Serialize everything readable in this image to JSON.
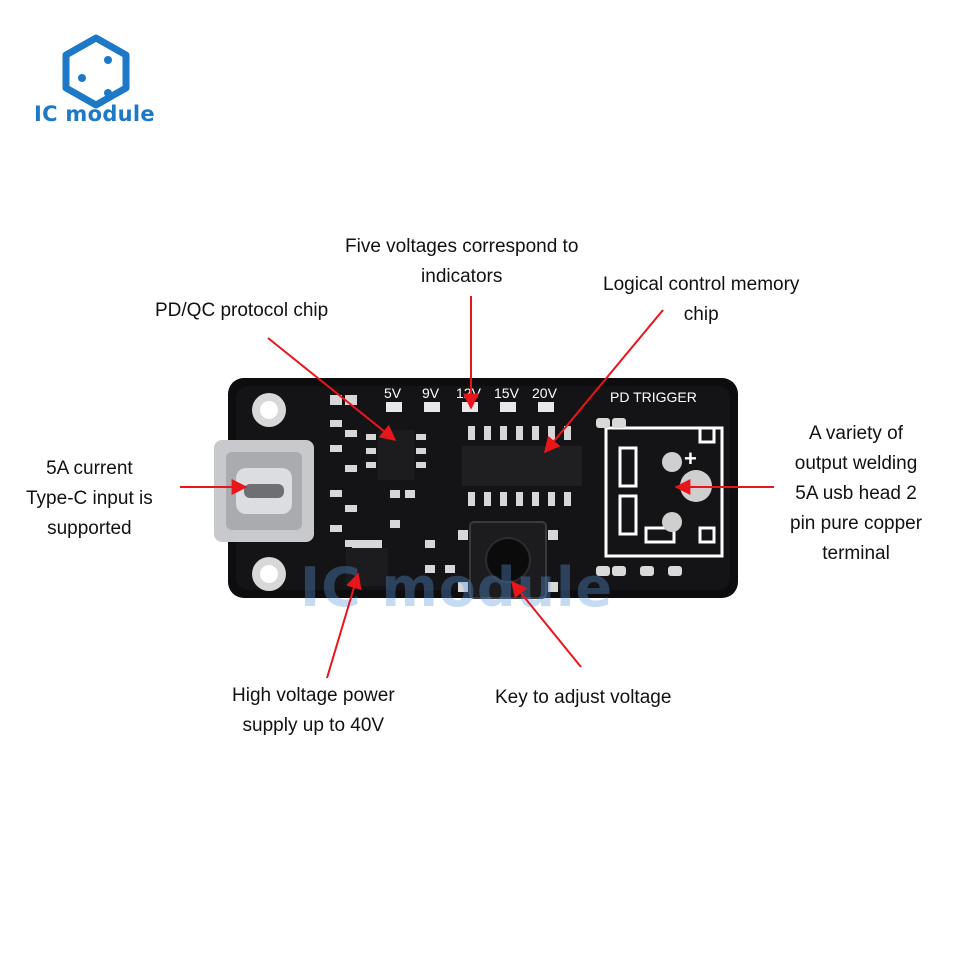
{
  "brand": {
    "name": "IC module",
    "color": "#1e78c8"
  },
  "watermark": "IC module",
  "board": {
    "voltage_labels": [
      "5V",
      "9V",
      "12V",
      "15V",
      "20V"
    ],
    "silkscreen_title": "PD TRIGGER",
    "plus_symbol": "+"
  },
  "callouts": {
    "five_voltages": [
      "Five voltages correspond to",
      "indicators"
    ],
    "logic_chip": [
      "Logical control memory",
      "chip"
    ],
    "protocol_chip": [
      "PD/QC protocol chip"
    ],
    "typec_input": [
      "5A current",
      "Type-C input is",
      "supported"
    ],
    "output_terminal": [
      "A variety of",
      "output welding",
      "5A usb head 2",
      "pin pure copper",
      "terminal"
    ],
    "high_voltage": [
      "High voltage power",
      "supply up to 40V"
    ],
    "key_adjust": [
      "Key to adjust voltage"
    ]
  },
  "colors": {
    "arrow": "#e8161b",
    "pcb": "#0d0d0f",
    "silk": "#ffffff",
    "led": "#e8e8ea"
  }
}
